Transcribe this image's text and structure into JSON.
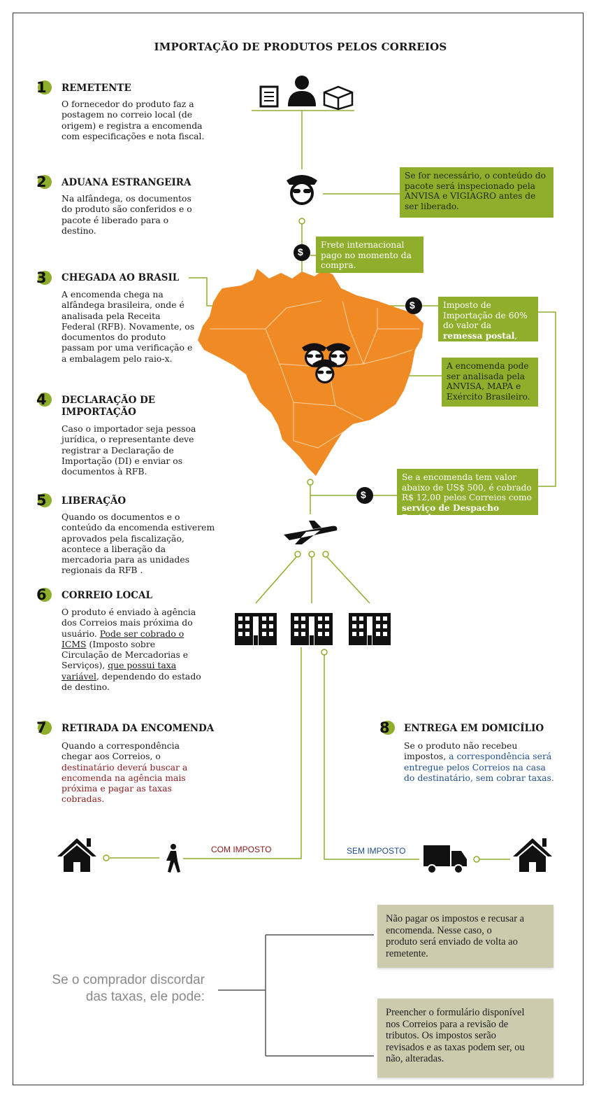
{
  "title": "IMPORTAÇÃO DE PRODUTOS PELOS CORREIOS",
  "colors": {
    "accent_green": "#8fae2b",
    "map_orange": "#f08a24",
    "note_beige": "#cccbae",
    "red_text": "#8b1a1a",
    "blue_text": "#1f4e8c"
  },
  "steps": [
    {
      "num": "1",
      "title": "REMETENTE",
      "text": "O fornecedor do produto faz a postagem no correio local (de origem) e registra a encomenda com especificações e nota fiscal."
    },
    {
      "num": "2",
      "title": "ADUANA ESTRANGEIRA",
      "text": "Na alfândega, os documentos do produto são conferidos e o pacote é liberado para o destino."
    },
    {
      "num": "3",
      "title": "CHEGADA AO BRASIL",
      "text": "A encomenda chega na alfândega brasileira, onde é analisada pela Receita Federal (RFB). Novamente, os documentos do produto passam por uma verificação e a embalagem pelo raio-x."
    },
    {
      "num": "4",
      "title": "DECLARAÇÃO DE IMPORTAÇÃO",
      "text": "Caso o importador seja pessoa jurídica, o representante deve registrar a Declaração de Importação (DI) e enviar os documentos à RFB."
    },
    {
      "num": "5",
      "title": "LIBERAÇÃO",
      "text": "Quando os documentos e o conteúdo da encomenda estiverem aprovados pela fiscalização, acontece a liberação da mercadoria para as unidades regionais da RFB ."
    },
    {
      "num": "6",
      "title": "CORREIO LOCAL",
      "text_a": "O produto é enviado à agência dos Correios mais próxima do usuário. ",
      "text_u1": "Pode ser cobrado o ICMS",
      "text_b": " (Imposto sobre Circulação de Mercadorias e Serviços), ",
      "text_u2": "que possui taxa variável",
      "text_c": ", dependendo do estado de destino."
    },
    {
      "num": "7",
      "title": "RETIRADA DA ENCOMENDA",
      "text_a": "Quando a correspondência chegar aos Correios, o ",
      "text_red": "destinatário deverá buscar a encomenda na agência mais próxima e pagar as taxas cobradas."
    },
    {
      "num": "8",
      "title": "ENTREGA EM DOMICÍLIO",
      "text_a": "Se o produto não recebeu impostos, ",
      "text_blue": "a correspondência será entregue pelos Correios na casa do destinatário, sem cobrar taxas."
    }
  ],
  "notes": {
    "inspection": "Se for necessário, o conteúdo do pacote será inspecionado pela ANVISA e VIGIAGRO antes de ser liberado.",
    "freight": "Frete internacional pago no momento da compra.",
    "tax_a": "Imposto de Importação de 60% do valor da ",
    "tax_bold": "remessa postal",
    "tax_b": ", pela RFB.",
    "analysis": "A encomenda pode ser analisada pela ANVISA, MAPA e Exército Brasileiro.",
    "fee_a": "Se a encomenda tem valor abaixo de US$ 500, é cobrado R$ 12,00 pelos Correios como ",
    "fee_bold": "serviço de Despacho Postal",
    "fee_b": "."
  },
  "labels": {
    "with_tax": "COM IMPOSTO",
    "without_tax": "SEM IMPOSTO",
    "dollar": "$"
  },
  "disagree": {
    "lead": "Se o comprador discordar das taxas, ele pode:",
    "option1": "Não pagar os impostos e recusar a encomenda.  Nesse caso, o produto será enviado de volta ao remetente.",
    "option2": "Preencher o formulário disponível nos Correios para a revisão de tributos. Os impostos serão revisados e as taxas podem ser, ou não, alteradas."
  }
}
